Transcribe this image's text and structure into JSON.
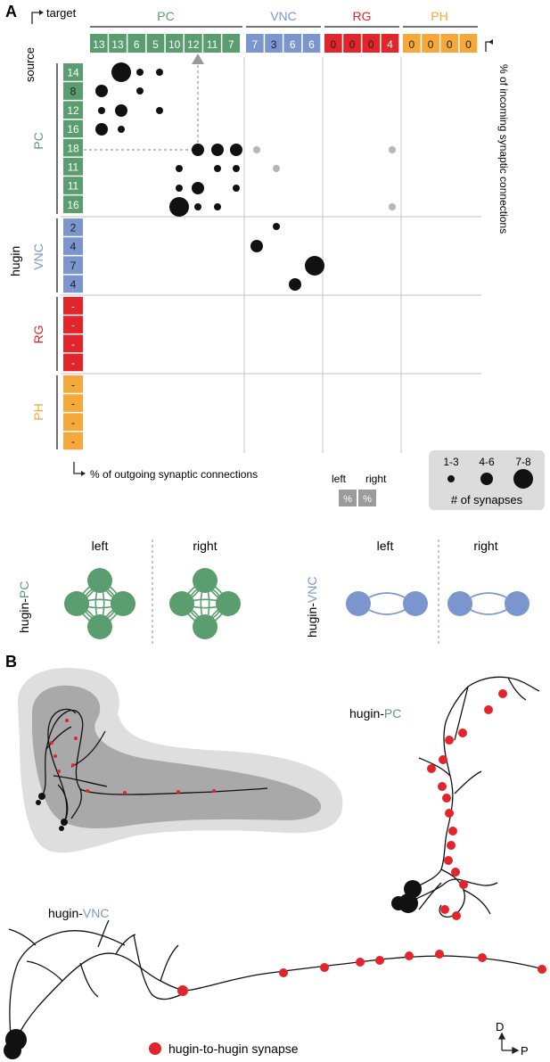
{
  "panelA": {
    "label": "A",
    "target_label": "target",
    "source_label": "source",
    "hugin_label": "hugin",
    "incoming_label": "% of incoming synaptic connections",
    "outgoing_label": "% of outgoing synaptic connections",
    "groups": [
      {
        "name": "PC",
        "color": "#5a9e6f"
      },
      {
        "name": "VNC",
        "color": "#7b96cf"
      },
      {
        "name": "RG",
        "color": "#e2242b"
      },
      {
        "name": "PH",
        "color": "#f4a93a"
      }
    ],
    "column_values": {
      "PC": [
        "13",
        "13",
        "6",
        "5",
        "10",
        "12",
        "11",
        "7"
      ],
      "VNC": [
        "7",
        "3",
        "6",
        "6"
      ],
      "RG": [
        "0",
        "0",
        "0",
        "4"
      ],
      "PH": [
        "0",
        "0",
        "0",
        "0"
      ]
    },
    "row_values": {
      "PC": [
        "14",
        "8",
        "12",
        "16",
        "18",
        "11",
        "11",
        "16"
      ],
      "VNC": [
        "2",
        "4",
        "7",
        "4"
      ],
      "RG": [
        "-",
        "-",
        "-",
        "-"
      ],
      "PH": [
        "-",
        "-",
        "-",
        "-"
      ]
    },
    "lr_legend": {
      "left": "left",
      "right": "right",
      "cell": "%"
    },
    "size_legend": {
      "small": "1-3",
      "medium": "4-6",
      "large": "7-8",
      "caption": "# of synapses"
    }
  },
  "motifs": {
    "left": "left",
    "right": "right",
    "hugin_prefix": "hugin-",
    "pc": "PC",
    "vnc": "VNC"
  },
  "panelB": {
    "label": "B",
    "hugin_prefix": "hugin-",
    "pc": "PC",
    "vnc": "VNC",
    "legend": "hugin-to-hugin synapse",
    "axis_d": "D",
    "axis_p": "P",
    "synapse_color": "#e2242b"
  }
}
